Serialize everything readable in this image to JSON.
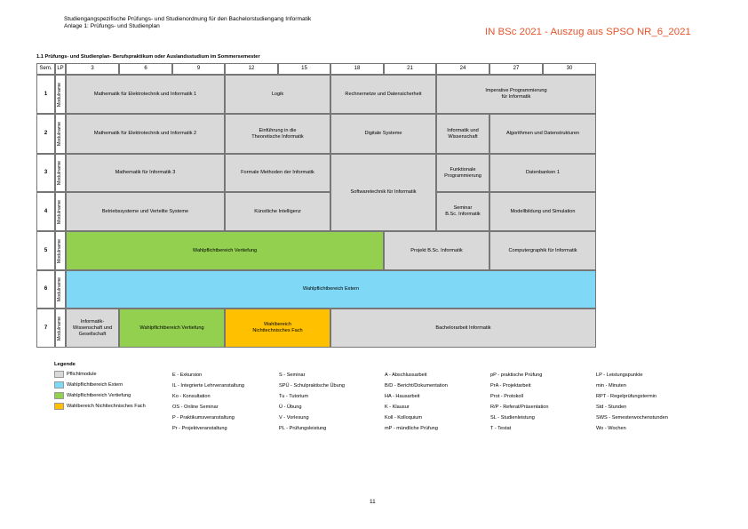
{
  "header": {
    "line1": "Studiengangspezifische Prüfungs- und Studienordnung für den Bachelorstudiengang Informatik",
    "line2": "Anlage 1: Prüfungs- und Studienplan",
    "right": "IN BSc 2021 - Auszug aus SPSO NR_6_2021"
  },
  "section_title": "1.1 Prüfungs- und Studienplan- Berufspraktikum oder Auslandsstudium im Sommersemester",
  "table": {
    "sem_label": "Sem.",
    "lp_label": "LP",
    "lp_columns": [
      "3",
      "6",
      "9",
      "12",
      "15",
      "18",
      "21",
      "24",
      "27",
      "30"
    ],
    "modulname_label": "Modulname",
    "semesters": [
      "1",
      "2",
      "3",
      "4",
      "5",
      "6",
      "7"
    ],
    "modules": [
      "Mathematik für Elektrotechnik und Informatik 1",
      "Logik",
      "Rechnernetze und Datensicherheit",
      "Imperative Programmierung\nfür Informatik",
      "Mathematik für Elektrotechnik und Informatik 2",
      "Einführung in die\nTheoretische Informatik",
      "Digitale Systeme",
      "Informatik und\nWissenschaft",
      "Algorithmen und Datenstrukturen",
      "Mathematik für Informatik 3",
      "Formale Methoden der Informatik",
      "Softwaretechnik für Informatik",
      "Funktionale\nProgrammierung",
      "Datenbanken 1",
      "Betriebssysteme und Verteilte Systeme",
      "Künstliche Intelligenz",
      "Seminar\nB.Sc. Informatik",
      "Modellbildung und Simulation",
      "Wahlpflichtbereich Vertiefung",
      "Projekt B.Sc. Informatik",
      "Computergraphik für Informatik",
      "Wahlpflichtbereich Extern",
      "Informatik-\nWissenschaft und\nGesellschaft",
      "Wahlpflichtbereich Vertiefung",
      "Wahlbereich\nNichttechnisches Fach",
      "Bachelorarbeit Informatik"
    ]
  },
  "legend": {
    "title": "Legende",
    "items": [
      {
        "label": "Pflichtmodule",
        "color": "#d9d9d9"
      },
      {
        "label": "Wahlpflichtbereich Extern",
        "color": "#7fd8f6"
      },
      {
        "label": "Wahlpflichtbereich Vertiefung",
        "color": "#93d050"
      },
      {
        "label": "Wahlbereich Nichttechnisches Fach",
        "color": "#ffc000"
      }
    ],
    "abbreviations": [
      [
        "E - Exkursion",
        "IL - Integrierte Lehrveranstaltung",
        "Ko - Konsultation",
        "OS - Online Seminar",
        "P - Praktikumsveranstaltung",
        "Pr - Projektveranstaltung"
      ],
      [
        "S - Seminar",
        "SPÜ - Schulpraktische Übung",
        "Tu - Tutorium",
        "Ü - Übung",
        "V - Vorlesung",
        "PL - Prüfungsleistung"
      ],
      [
        "A - Abschlussarbeit",
        "B/D - Bericht/Dokumentation",
        "HA - Hausarbeit",
        "K - Klausur",
        "Koll - Kolloquium",
        "mP - mündliche Prüfung"
      ],
      [
        "pP - praktische Prüfung",
        "PrA - Projektarbeit",
        "Prot - Protokoll",
        "R/P - Referat/Präsentation",
        "SL - Studienleistung",
        "T - Testat"
      ],
      [
        "LP - Leistungspunkte",
        "min - Minuten",
        "RPT - Regelprüfungstermin",
        "Std - Stunden",
        "SWS - Semesterwochenstunden",
        "Wo - Wochen"
      ]
    ]
  },
  "page_number": "11"
}
